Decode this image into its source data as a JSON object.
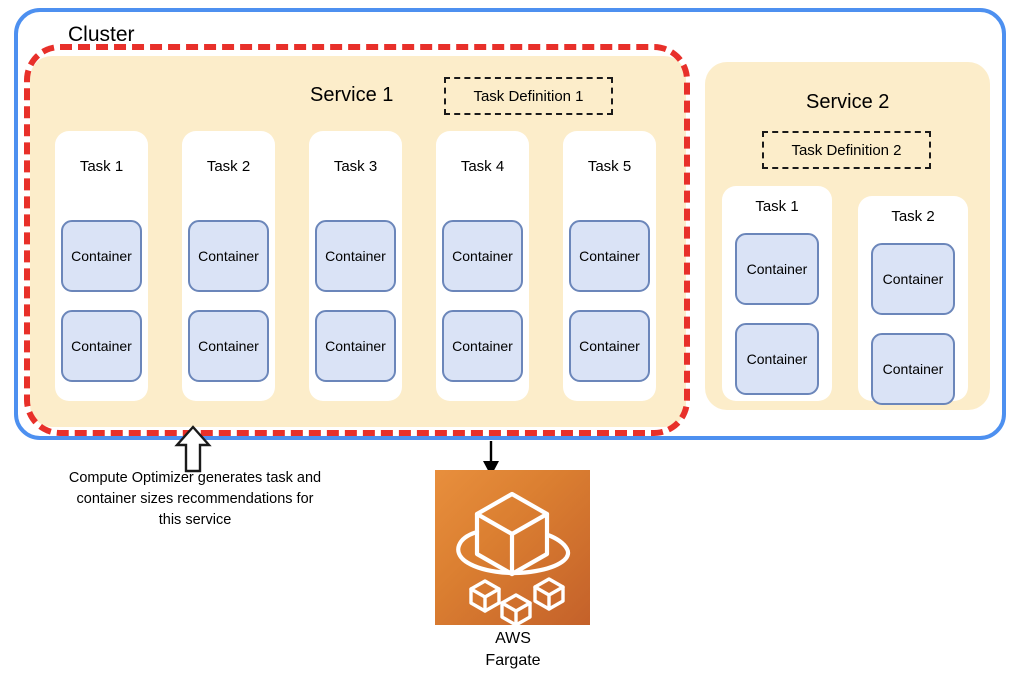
{
  "diagram": {
    "cluster": {
      "label": "Cluster",
      "border_color": "#4d90f0"
    },
    "highlight": {
      "name": "service-1-highlight",
      "color": "#e8302a",
      "style": "dashed"
    },
    "services": [
      {
        "id": "service-1",
        "title": "Service 1",
        "panel_color": "#fcedca",
        "task_definition": "Task Definition 1",
        "tasks": [
          {
            "label": "Task 1",
            "containers": [
              "Container",
              "Container"
            ]
          },
          {
            "label": "Task 2",
            "containers": [
              "Container",
              "Container"
            ]
          },
          {
            "label": "Task 3",
            "containers": [
              "Container",
              "Container"
            ]
          },
          {
            "label": "Task 4",
            "containers": [
              "Container",
              "Container"
            ]
          },
          {
            "label": "Task 5",
            "containers": [
              "Container",
              "Container"
            ]
          }
        ]
      },
      {
        "id": "service-2",
        "title": "Service 2",
        "panel_color": "#fcedca",
        "task_definition": "Task Definition 2",
        "tasks": [
          {
            "label": "Task 1",
            "containers": [
              "Container",
              "Container"
            ]
          },
          {
            "label": "Task 2",
            "containers": [
              "Container",
              "Container"
            ]
          }
        ]
      }
    ],
    "annotation": {
      "line1": "Compute Optimizer generates task and",
      "line2": "container sizes recommendations for",
      "line3": "this service"
    },
    "fargate": {
      "line1": "AWS",
      "line2": "Fargate",
      "icon_color_from": "#e88f3d",
      "icon_color_to": "#c4612a"
    },
    "container_style": {
      "fill": "#dae3f6",
      "stroke": "#6b86ba"
    }
  }
}
